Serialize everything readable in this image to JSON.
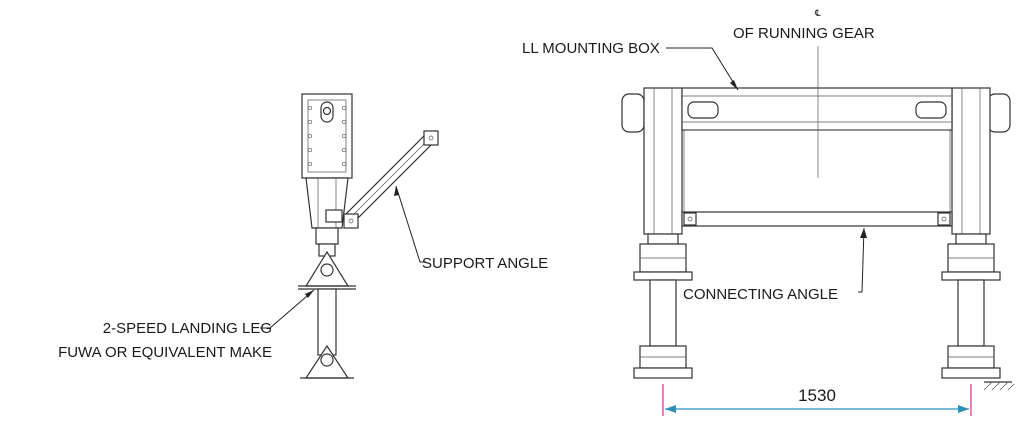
{
  "labels": {
    "centerline_symbol": "℄",
    "running_gear": "OF RUNNING GEAR",
    "mounting_box": "LL MOUNTING BOX",
    "support_angle": "SUPPORT ANGLE",
    "connecting_angle": "CONNECTING ANGLE",
    "landing_leg_line1": "2-SPEED LANDING LEG",
    "landing_leg_line2": "FUWA OR EQUIVALENT MAKE"
  },
  "dimension": {
    "value": "1530"
  },
  "colors": {
    "dimension_line": "#2b8fb8",
    "extension_line": "#d0208a",
    "drawing_line": "#333333"
  }
}
